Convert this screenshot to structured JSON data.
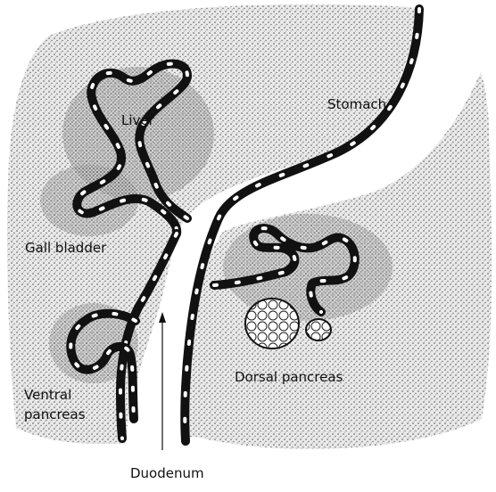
{
  "labels": {
    "liver": "Liver",
    "stomach": "Stomach",
    "gall_bladder": "Gall bladder",
    "ventral_pancreas_line1": "Ventral",
    "ventral_pancreas_line2": "pancreas",
    "dorsal_pancreas": "Dorsal pancreas",
    "duodenum": "Duodenum"
  },
  "colors": {
    "tissue_fill": "#cfcfcf",
    "epithelium": "#111111",
    "cell_light": "#ffffff",
    "background": "#ffffff"
  }
}
